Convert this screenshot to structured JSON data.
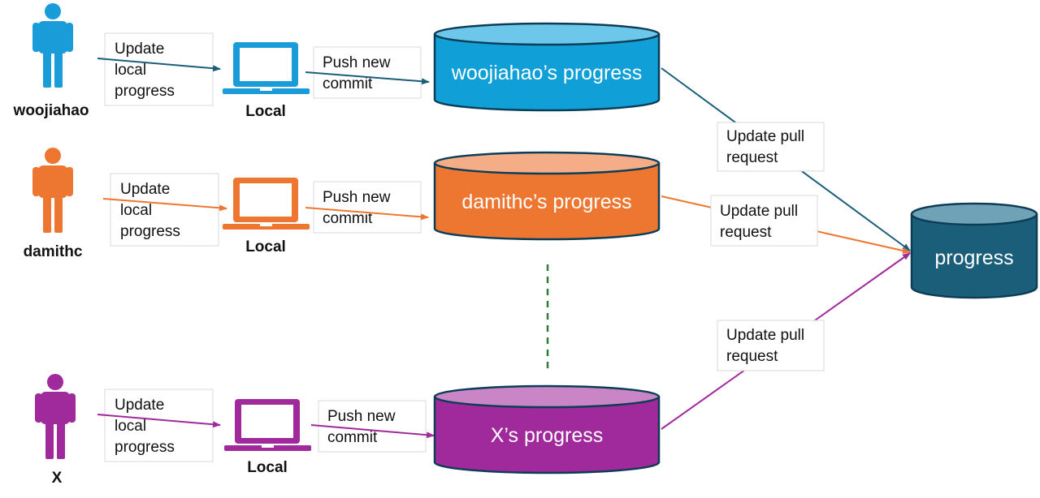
{
  "colors": {
    "blue": "#1a9cd8",
    "orange": "#ed7631",
    "purple": "#a0299b",
    "teal": "#1a5e7a",
    "dashed_separator": "#2e7d32"
  },
  "people": [
    {
      "name": "woojiahao",
      "icon": "person-icon",
      "local_label": "Local",
      "laptop_icon": "laptop-icon",
      "update_label": [
        "Update",
        "local",
        "progress"
      ],
      "push_label": [
        "Push new",
        "commit"
      ],
      "repo_label": "woojiahao’s progress",
      "pr_label": [
        "Update pull",
        "request"
      ]
    },
    {
      "name": "damithc",
      "icon": "person-icon",
      "local_label": "Local",
      "laptop_icon": "laptop-icon",
      "update_label": [
        "Update",
        "local",
        "progress"
      ],
      "push_label": [
        "Push new",
        "commit"
      ],
      "repo_label": "damithc’s progress",
      "pr_label": [
        "Update pull",
        "request"
      ]
    },
    {
      "name": "X",
      "icon": "person-icon",
      "local_label": "Local",
      "laptop_icon": "laptop-icon",
      "update_label": [
        "Update",
        "local",
        "progress"
      ],
      "push_label": [
        "Push new",
        "commit"
      ],
      "repo_label": "X’s progress",
      "pr_label": [
        "Update pull",
        "request"
      ]
    }
  ],
  "upstream": {
    "label": "progress"
  }
}
